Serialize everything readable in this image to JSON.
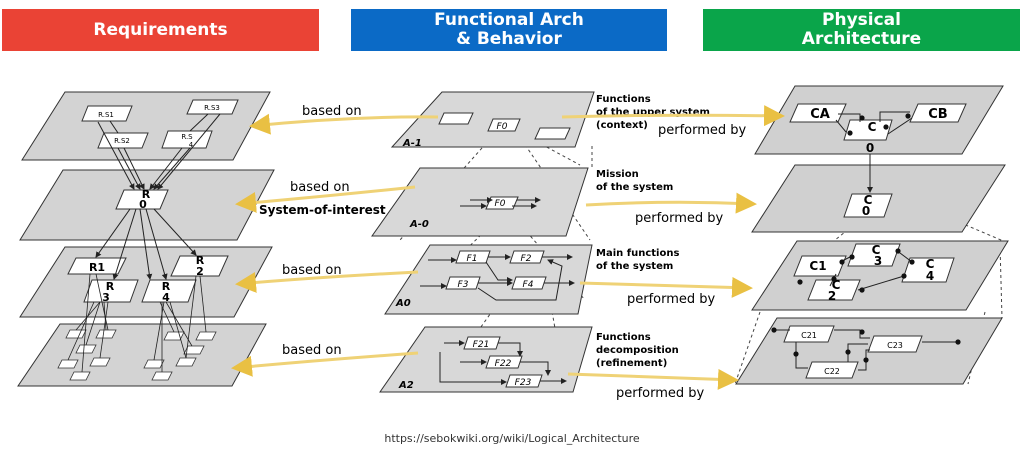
{
  "headers": {
    "requirements": "Requirements",
    "functional": [
      "Functional Arch",
      "& Behavior"
    ],
    "physical": [
      "Physical",
      "Architecture"
    ]
  },
  "arrows": {
    "based_on": "based on",
    "performed_by": "performed by",
    "system_of_interest": "System-of-interest"
  },
  "requirements": {
    "l1": [
      "R.S1",
      "R.S3",
      "R.S2",
      "R.S",
      "4"
    ],
    "l2": [
      "R",
      "0"
    ],
    "l3": [
      "R1",
      "R",
      "2",
      "R",
      "3",
      "R",
      "4"
    ]
  },
  "functional": {
    "l1": {
      "tag": "A-1",
      "box": "F0",
      "caption": [
        "Functions",
        "of the upper system",
        "(context)"
      ]
    },
    "l2": {
      "tag": "A-0",
      "box": "F0",
      "caption": [
        "Mission",
        "of the system"
      ]
    },
    "l3": {
      "tag": "A0",
      "boxes": [
        "F1",
        "F2",
        "F3",
        "F4"
      ],
      "caption": [
        "Main functions",
        "of the system"
      ]
    },
    "l4": {
      "tag": "A2",
      "boxes": [
        "F21",
        "F22",
        "F23"
      ],
      "caption": [
        "Functions",
        "decomposition",
        "(refinement)"
      ]
    }
  },
  "physical": {
    "l1": [
      "CA",
      "CB",
      "C",
      "0"
    ],
    "l2": [
      "C",
      "0"
    ],
    "l3": [
      "C1",
      "C",
      "3",
      "C",
      "2",
      "C",
      "4"
    ],
    "l4": [
      "C21",
      "C23",
      "C22"
    ]
  },
  "source": "https://sebokwiki.org/wiki/Logical_Architecture",
  "colors": {
    "red": "#ea4335",
    "blue": "#0b6ac6",
    "green": "#0aa54a",
    "plane": "#d0d0d0",
    "arrow": "#f5d76e"
  }
}
